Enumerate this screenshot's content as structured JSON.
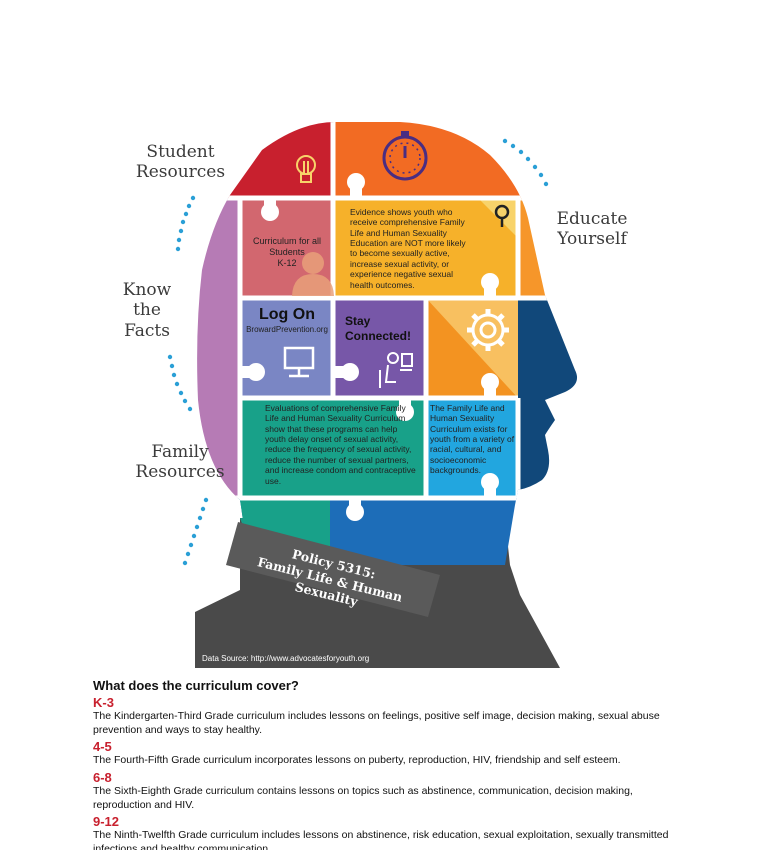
{
  "side_labels": {
    "student_resources": "Student\nResources",
    "know_the_facts": "Know\nthe\nFacts",
    "family_resources": "Family\nResources",
    "educate_yourself": "Educate\nYourself"
  },
  "puzzle": {
    "curriculum": "Curriculum for all\nStudents\nK-12",
    "evidence": "Evidence shows youth who receive comprehensive Family Life and Human Sexuality Education are NOT more likely to become sexually active, increase sexual activity, or experience negative sexual health outcomes.",
    "log_on_title": "Log On",
    "log_on_url": "BrowardPrevention.org",
    "stay_connected": "Stay\nConnected!",
    "evaluations": "Evaluations of comprehensive Family Life and Human Sexuality Curriculum show that these programs can help youth delay onset of sexual activity, reduce the frequency of sexual activity, reduce the number of sexual partners, and increase condom and contraceptive use.",
    "diversity": "The Family Life and Human Sexuality Curriculum exists for youth from a variety of racial, cultural, and socioeconomic backgrounds."
  },
  "policy": {
    "line1": "Policy 5315:",
    "line2": "Family Life & Human Sexuality"
  },
  "source": "Data Source: http://www.advocatesforyouth.org",
  "curriculum_section": {
    "question": "What does the curriculum cover?",
    "grades": [
      {
        "label": "K-3",
        "text": "The Kindergarten-Third Grade curriculum includes lessons on feelings, positive self image, decision making, sexual abuse prevention and ways to stay healthy."
      },
      {
        "label": "4-5",
        "text": "The Fourth-Fifth Grade curriculum incorporates lessons on puberty, reproduction, HIV, friendship and self esteem."
      },
      {
        "label": "6-8",
        "text": "The Sixth-Eighth Grade curriculum contains lessons on topics such as abstinence, communication, decision making, reproduction and HIV."
      },
      {
        "label": "9-12",
        "text": "The Ninth-Twelfth Grade curriculum includes lessons on abstinence, risk education, sexual exploitation, sexually transmitted infections and healthy communication."
      }
    ]
  },
  "colors": {
    "red": "#c8202e",
    "orange": "#f26b23",
    "yellow": "#f6b12a",
    "purple": "#b67bb5",
    "violet": "#7757a8",
    "periwinkle": "#7a86c4",
    "rose": "#d2676f",
    "teal": "#18a189",
    "lightblue": "#22a6df",
    "navy": "#11487a",
    "blue": "#1d6db8",
    "gray": "#4a4a4a",
    "dots": "#2a9fd6"
  },
  "icons": [
    "lightbulb-icon",
    "clock-icon",
    "magnifier-icon",
    "gear-icon",
    "computer-icon",
    "person-computer-icon",
    "person-icon"
  ]
}
